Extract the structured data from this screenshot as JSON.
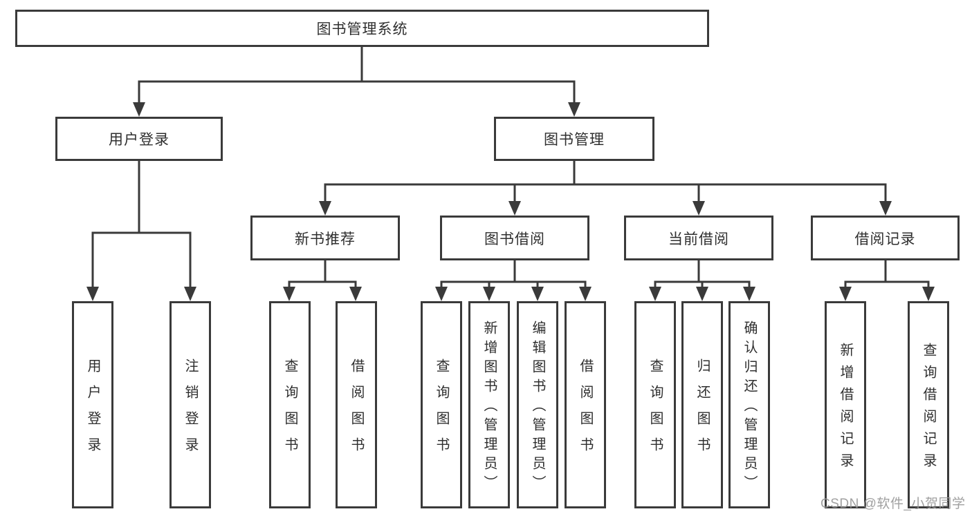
{
  "diagram_type": "hierarchy-tree",
  "colors": {
    "background": "#ffffff",
    "line": "#3a3a3a",
    "box_border": "#3a3a3a",
    "text": "#2f2f2f",
    "watermark": "#989898"
  },
  "watermark": {
    "text": "CSDN @软件_小贺同学"
  },
  "tree": {
    "label": "图书管理系统",
    "children": [
      {
        "label": "用户登录",
        "children": [
          {
            "label": "用户登录"
          },
          {
            "label": "注销登录"
          }
        ]
      },
      {
        "label": "图书管理",
        "children": [
          {
            "label": "新书推荐",
            "children": [
              {
                "label": "查询图书"
              },
              {
                "label": "借阅图书"
              }
            ]
          },
          {
            "label": "图书借阅",
            "children": [
              {
                "label": "查询图书"
              },
              {
                "label": "新增图书（管理员）"
              },
              {
                "label": "编辑图书（管理员）"
              },
              {
                "label": "借阅图书"
              }
            ]
          },
          {
            "label": "当前借阅",
            "children": [
              {
                "label": "查询图书"
              },
              {
                "label": "归还图书"
              },
              {
                "label": "确认归还（管理员）"
              }
            ]
          },
          {
            "label": "借阅记录",
            "children": [
              {
                "label": "新增借阅记录"
              },
              {
                "label": "查询借阅记录"
              }
            ]
          }
        ]
      }
    ]
  }
}
